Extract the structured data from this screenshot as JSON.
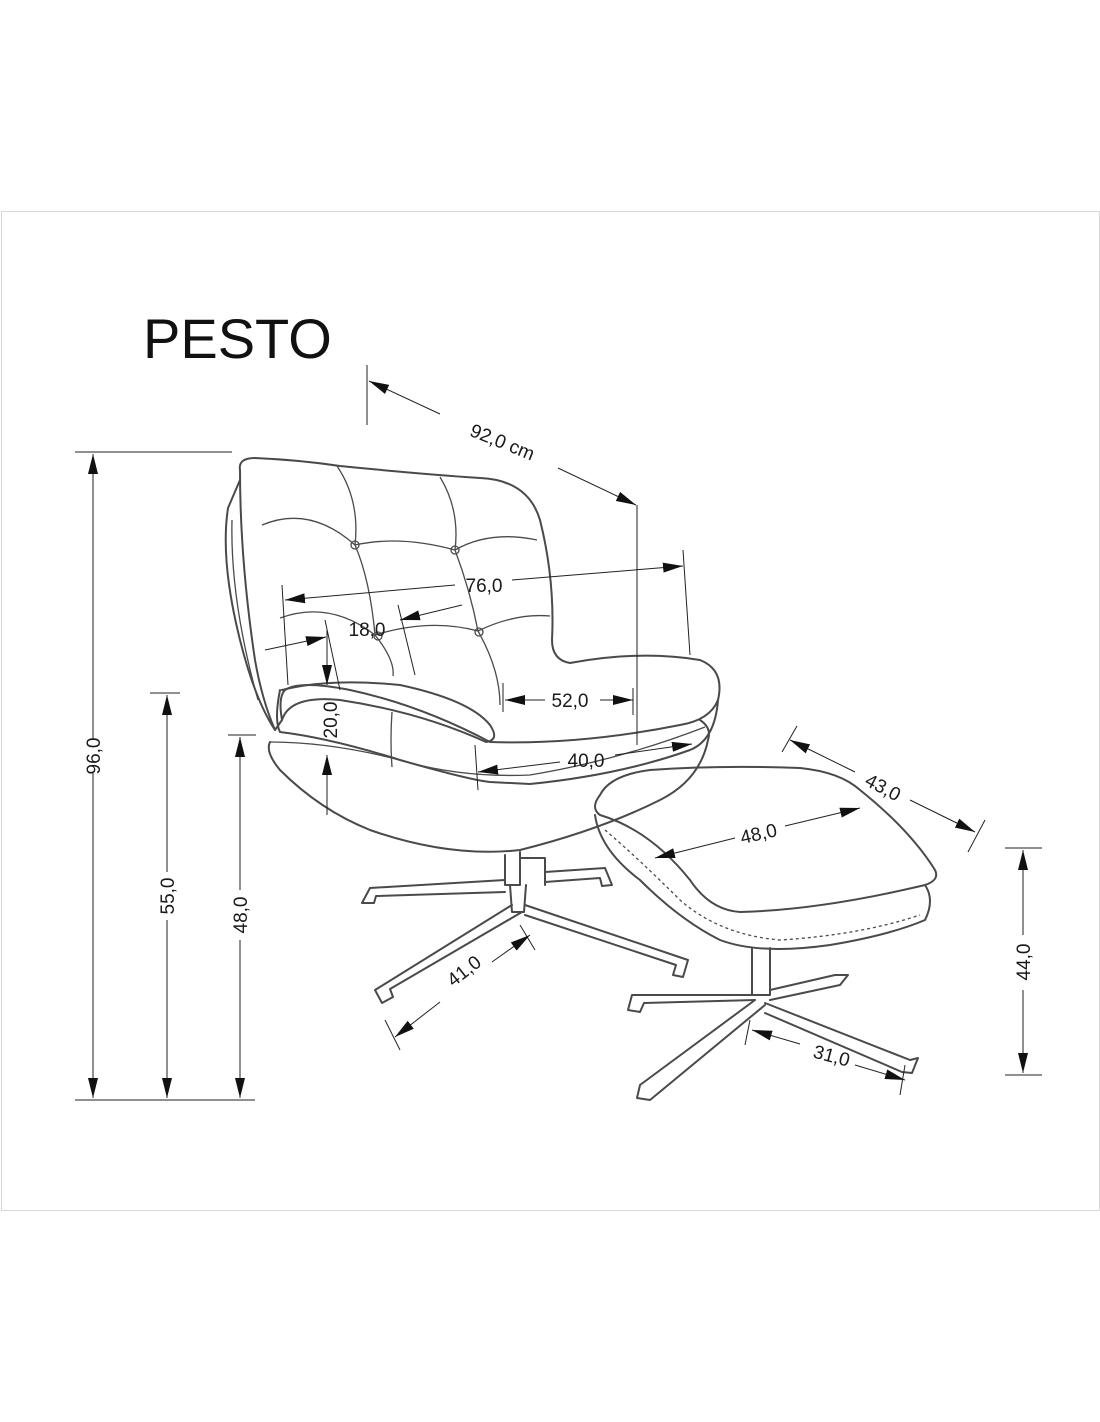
{
  "title": "PESTO",
  "dimensions": {
    "depth_total": "92,0 cm",
    "width": "76,0",
    "armrest_width": "18,0",
    "seat_width": "52,0",
    "armrest_height": "20,0",
    "seat_depth": "40,0",
    "total_height": "96,0",
    "armrest_floor_height": "55,0",
    "seat_height": "48,0",
    "base_radius": "41,0",
    "ottoman_width": "48,0",
    "ottoman_depth": "43,0",
    "ottoman_height": "44,0",
    "ottoman_base_radius": "31,0"
  },
  "colors": {
    "line": "#4a4a4a",
    "dimension": "#222222",
    "frame": "#d8d8d8"
  }
}
